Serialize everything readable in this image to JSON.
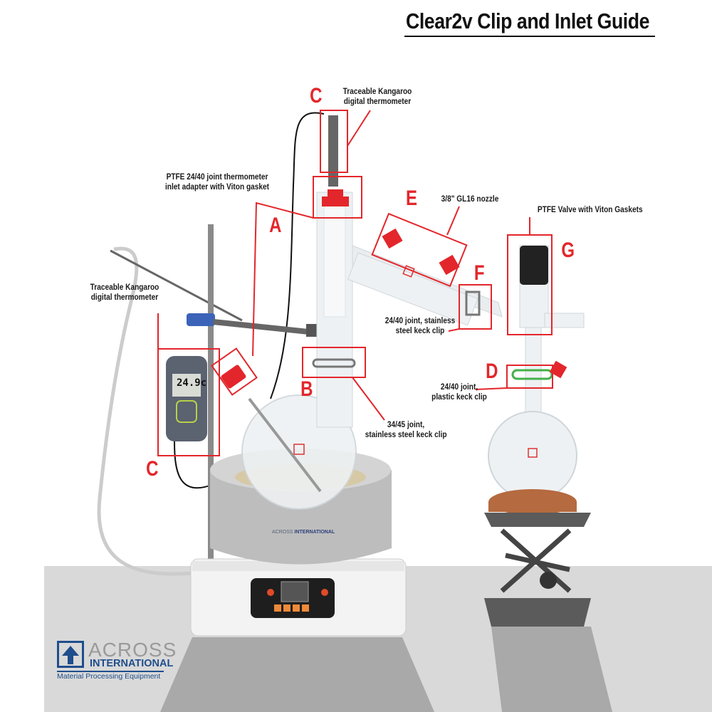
{
  "title": "Clear2v Clip and Inlet Guide",
  "callouts": [
    {
      "letter": "C",
      "text": "Traceable Kangaroo\ndigital thermometer"
    },
    {
      "letter": "A",
      "text": "PTFE 24/40 joint thermometer\ninlet adapter with Viton gasket"
    },
    {
      "letter": "E",
      "text": "3/8\" GL16 nozzle"
    },
    {
      "letter": "G",
      "text": "PTFE Valve with Viton Gaskets"
    },
    {
      "letter": "F",
      "text": "24/40 joint, stainless\nsteel keck clip"
    },
    {
      "letter": "D",
      "text": "24/40 joint,\nplastic keck clip"
    },
    {
      "letter": "B",
      "text": "34/45 joint,\nstainless steel keck clip"
    },
    {
      "letter": "C",
      "text": "Traceable Kangaroo\ndigital thermometer"
    }
  ],
  "thermometer_display": "24.9c",
  "mantle_brand": {
    "light": "ACROSS",
    "bold": "INTERNATIONAL"
  },
  "logo": {
    "name": "ACROSS",
    "sub": "INTERNATIONAL",
    "tagline": "Material Processing Equipment"
  },
  "colors": {
    "callout_red": "#e3262b",
    "brand_blue": "#1f4e8c",
    "floor": "#d6d6d6"
  }
}
